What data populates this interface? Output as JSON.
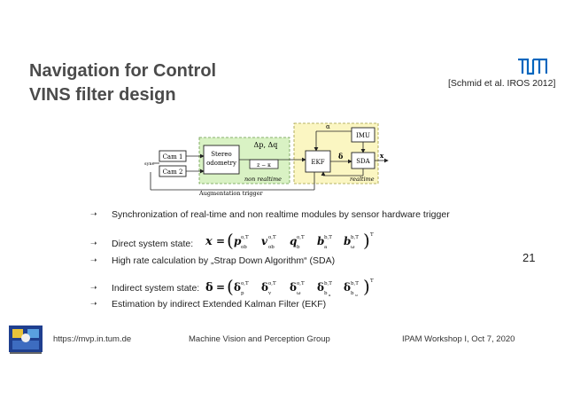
{
  "slide": {
    "title_line1": "Navigation for Control",
    "title_line2": "VINS filter design",
    "citation": "[Schmid et al. IROS 2012]",
    "page_number": "21"
  },
  "diagram": {
    "sync": "sync",
    "cam1": "Cam 1",
    "cam2": "Cam 2",
    "stereo1": "Stereo",
    "stereo2": "odometry",
    "dp": "Δp, Δq",
    "zlabel": "z − κ",
    "non_realtime": "non realtime",
    "alpha": "α",
    "imu": "IMU",
    "ekf": "EKF",
    "delta": "δ",
    "sda": "SDA",
    "x": "x",
    "realtime": "realtime",
    "aug": "Augmentation trigger"
  },
  "bullets": [
    "Synchronization of real-time and non realtime modules by sensor hardware trigger",
    "Direct system state:",
    "High rate calculation by „Strap Down Algorithm“ (SDA)",
    "Indirect system state:",
    "Estimation by indirect Extended Kalman Filter (EKF)"
  ],
  "equations": {
    "direct": "x = (p_ob^{o,T}  v_ob^{o,T}  q_b^{o,T}  b_a^{b,T}  b_ω^{b,T})^T",
    "indirect": "δ = (δ_p^{o,T}  δ_v^{o,T}  δ_ω^{o,T}  δ_{b_a}^{b,T}  δ_{b_ω}^{b,T})^T"
  },
  "footer": {
    "url": "https://mvp.in.tum.de",
    "group": "Machine Vision and Perception Group",
    "event": "IPAM Workshop I, Oct 7, 2020"
  },
  "colors": {
    "title": "#4b4b4b",
    "tum_blue": "#0065bd",
    "green_region": "#d9f2c4",
    "yellow_region": "#fbf6c2"
  },
  "icons": [
    "tum-logo-icon",
    "bullet-arrow-icon",
    "mvp-group-logo-icon"
  ]
}
